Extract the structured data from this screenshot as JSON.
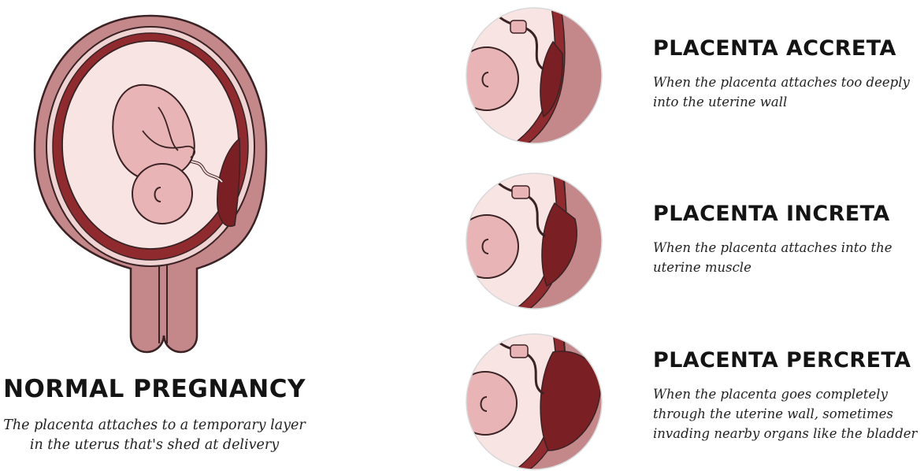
{
  "normal": {
    "title": "NORMAL PREGNANCY",
    "description": "The placenta attaches to a temporary layer in the uterus that's shed at delivery"
  },
  "conditions": [
    {
      "id": "accreta",
      "title": "PLACENTA ACCRETA",
      "description": "When the placenta attaches too deeply into the uterine wall"
    },
    {
      "id": "increta",
      "title": "PLACENTA INCRETA",
      "description": "When the placenta attaches into the uterine muscle"
    },
    {
      "id": "percreta",
      "title": "PLACENTA PERCRETA",
      "description": "When the placenta goes completely through the uterine wall, sometimes invading nearby organs like the bladder"
    }
  ],
  "colors": {
    "uterine_wall": "#c4878a",
    "uterine_wall_dark": "#6b2428",
    "lining": "#8f2a2e",
    "amniotic": "#f7e4e3",
    "fetus": "#e8b4b6",
    "placenta": "#7a1f23",
    "outline": "#3b2224"
  }
}
